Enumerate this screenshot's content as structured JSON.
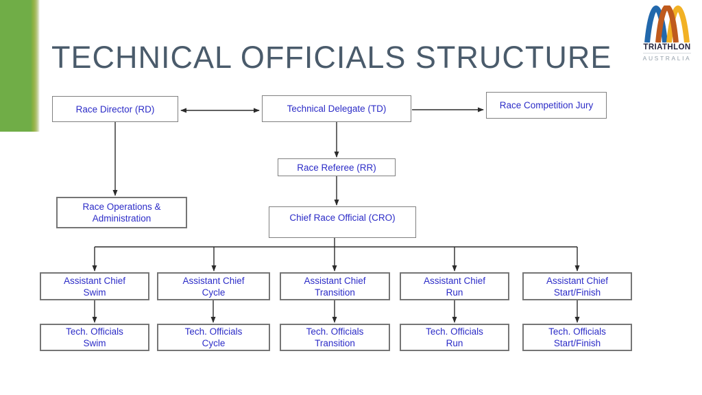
{
  "slide": {
    "title": "TECHNICAL OFFICIALS STRUCTURE"
  },
  "logo": {
    "name": "TRIATHLON",
    "country": "AUSTRALIA",
    "arch_colors": {
      "blue": "#2268AC",
      "orange": "#BF5A1D",
      "yellow": "#F2B124"
    }
  },
  "colors": {
    "accent_blue": "#5B9BD5",
    "accent_yellow": "#FFC000",
    "accent_green": "#70AD47",
    "title_text": "#4A5B6B",
    "box_text": "#2B2BC7",
    "box_border": "#7F7F7F",
    "connector": "#2B2B2B"
  },
  "diagram": {
    "boxes": [
      {
        "id": "race-director",
        "label": "Race Director (RD)"
      },
      {
        "id": "technical-delegate",
        "label": "Technical Delegate (TD)"
      },
      {
        "id": "race-competition-jury",
        "label": "Race Competition Jury"
      },
      {
        "id": "race-referee",
        "label": "Race Referee (RR)"
      },
      {
        "id": "race-operations-administration",
        "label": "Race Operations &\nAdministration"
      },
      {
        "id": "chief-race-official",
        "label": "Chief Race Official (CRO)"
      },
      {
        "id": "assistant-chief-swim",
        "label": "Assistant Chief\nSwim"
      },
      {
        "id": "assistant-chief-cycle",
        "label": "Assistant Chief\nCycle"
      },
      {
        "id": "assistant-chief-transition",
        "label": "Assistant Chief\nTransition"
      },
      {
        "id": "assistant-chief-run",
        "label": "Assistant Chief\nRun"
      },
      {
        "id": "assistant-chief-start-finish",
        "label": "Assistant Chief\nStart/Finish"
      },
      {
        "id": "tech-officials-swim",
        "label": "Tech. Officials\nSwim"
      },
      {
        "id": "tech-officials-cycle",
        "label": "Tech. Officials\nCycle"
      },
      {
        "id": "tech-officials-transition",
        "label": "Tech. Officials\nTransition"
      },
      {
        "id": "tech-officials-run",
        "label": "Tech. Officials\nRun"
      },
      {
        "id": "tech-officials-start-finish",
        "label": "Tech. Officials\nStart/Finish"
      }
    ]
  }
}
